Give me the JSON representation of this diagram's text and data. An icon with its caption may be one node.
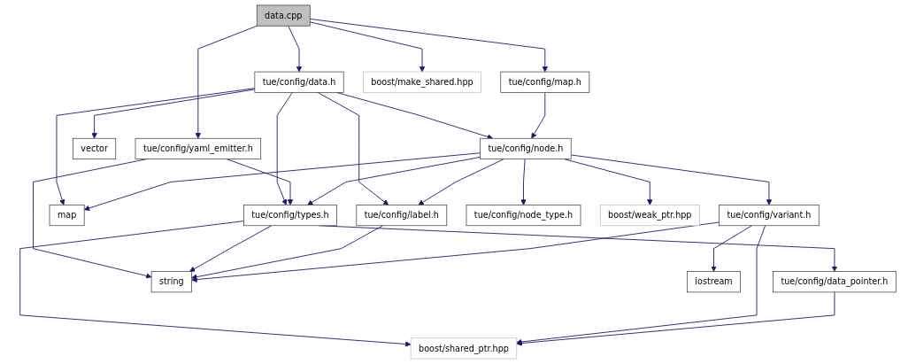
{
  "diagram": {
    "nodes": [
      {
        "text": [
          "data.cpp"
        ]
      },
      {
        "text": [
          "tue/config/data.h"
        ]
      },
      {
        "text": [
          "tue/config/map.h"
        ]
      },
      {
        "text": [
          "boost/make_shared.hpp"
        ]
      },
      {
        "text": [
          "tue/config/yaml_emitter.h"
        ]
      },
      {
        "text": [
          "vector"
        ]
      },
      {
        "text": [
          "tue/config/node.h"
        ]
      },
      {
        "text": [
          "tue/config/types.h"
        ]
      },
      {
        "text": [
          "map"
        ]
      },
      {
        "text": [
          "tue/config/label.h"
        ]
      },
      {
        "text": [
          "tue/config/variant.h"
        ]
      },
      {
        "text": [
          "tue/config/node_type.h"
        ]
      },
      {
        "text": [
          "boost/weak_ptr.hpp"
        ]
      },
      {
        "text": [
          "tue/config/data_pointer.h"
        ]
      },
      {
        "text": [
          "string"
        ]
      },
      {
        "text": [
          "iostream"
        ]
      },
      {
        "text": [
          "boost/shared_ptr.hpp"
        ]
      }
    ],
    "edges": [
      {
        "from": 0,
        "to": 1,
        "arrow": "to"
      },
      {
        "from": 0,
        "to": 2,
        "arrow": "to"
      },
      {
        "from": 0,
        "to": 3,
        "arrow": "to"
      },
      {
        "from": 0,
        "to": 4,
        "arrow": "to"
      },
      {
        "from": 1,
        "to": 5,
        "arrow": "to"
      },
      {
        "from": 1,
        "to": 6,
        "arrow": "to"
      },
      {
        "from": 1,
        "to": 7,
        "arrow": "to"
      },
      {
        "from": 1,
        "to": 8,
        "arrow": "to"
      },
      {
        "from": 1,
        "to": 9,
        "arrow": "to"
      },
      {
        "from": 2,
        "to": 6,
        "arrow": "to"
      },
      {
        "from": 4,
        "to": 7,
        "arrow": "to"
      },
      {
        "from": 4,
        "to": 14,
        "arrow": "to"
      },
      {
        "from": 6,
        "to": 7,
        "arrow": "to"
      },
      {
        "from": 6,
        "to": 8,
        "arrow": "to"
      },
      {
        "from": 6,
        "to": 9,
        "arrow": "to"
      },
      {
        "from": 6,
        "to": 10,
        "arrow": "to"
      },
      {
        "from": 6,
        "to": 11,
        "arrow": "to"
      },
      {
        "from": 6,
        "to": 12,
        "arrow": "to"
      },
      {
        "from": 7,
        "to": 13,
        "arrow": "to"
      },
      {
        "from": 7,
        "to": 14,
        "arrow": "to"
      },
      {
        "from": 7,
        "to": 16,
        "arrow": "to"
      },
      {
        "from": 9,
        "to": 14,
        "arrow": "to"
      },
      {
        "from": 10,
        "to": 14,
        "arrow": "to"
      },
      {
        "from": 10,
        "to": 15,
        "arrow": "to"
      },
      {
        "from": 10,
        "to": 16,
        "arrow": "to"
      },
      {
        "from": 13,
        "to": 16,
        "arrow": "to"
      }
    ]
  }
}
